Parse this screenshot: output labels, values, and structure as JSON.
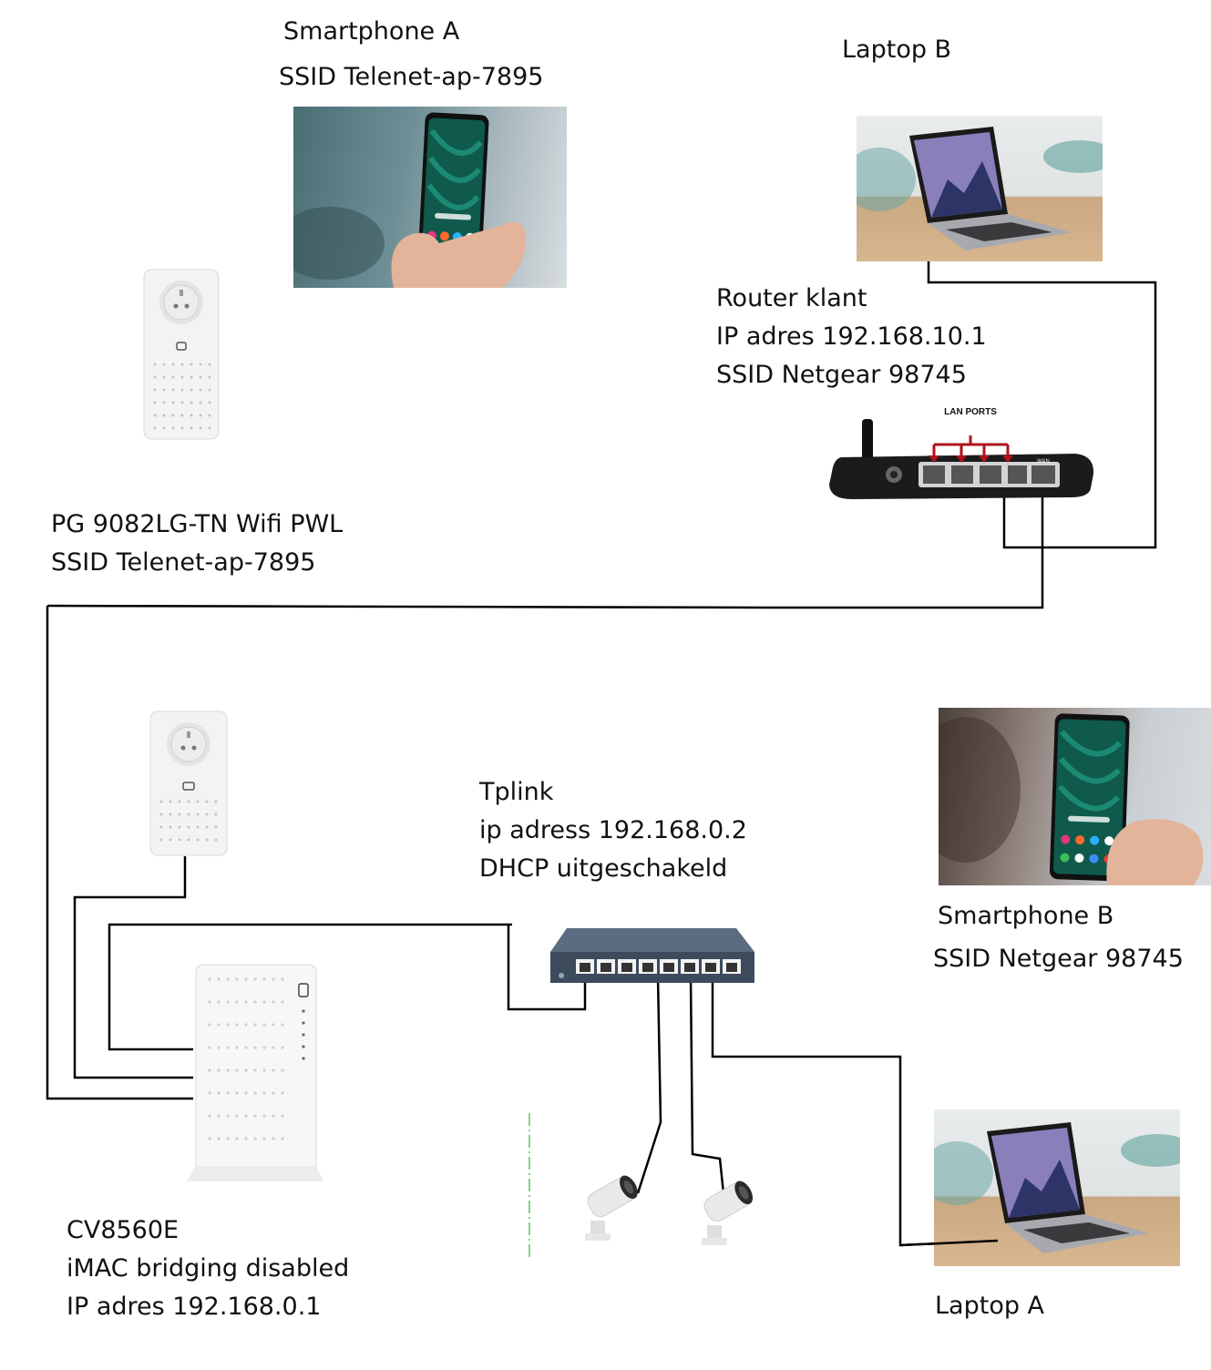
{
  "devices": {
    "smartphone_a": {
      "name": "Smartphone A",
      "ssid": "SSID Telenet-ap-7895"
    },
    "laptop_b": {
      "name": "Laptop B"
    },
    "router": {
      "name": "Router klant",
      "ip": "IP adres 192.168.10.1",
      "ssid": "SSID Netgear 98745",
      "lan_ports_label": "LAN PORTS",
      "wan_label": "WAN"
    },
    "powerline_wifi": {
      "name": "PG 9082LG-TN Wifi PWL",
      "ssid": "SSID Telenet-ap-7895"
    },
    "switch": {
      "name": "Tplink",
      "ip": "ip adress 192.168.0.2",
      "dhcp": "DHCP uitgeschakeld"
    },
    "smartphone_b": {
      "name": "Smartphone B",
      "ssid": "SSID Netgear 98745"
    },
    "modem": {
      "name": "CV8560E",
      "mode": "iMAC bridging disabled",
      "ip": "IP adres 192.168.0.1"
    },
    "laptop_a": {
      "name": "Laptop A"
    }
  },
  "colors": {
    "wire": "#000000",
    "port_arrow": "#b0121b",
    "switch_body": "#3d4b5c"
  }
}
